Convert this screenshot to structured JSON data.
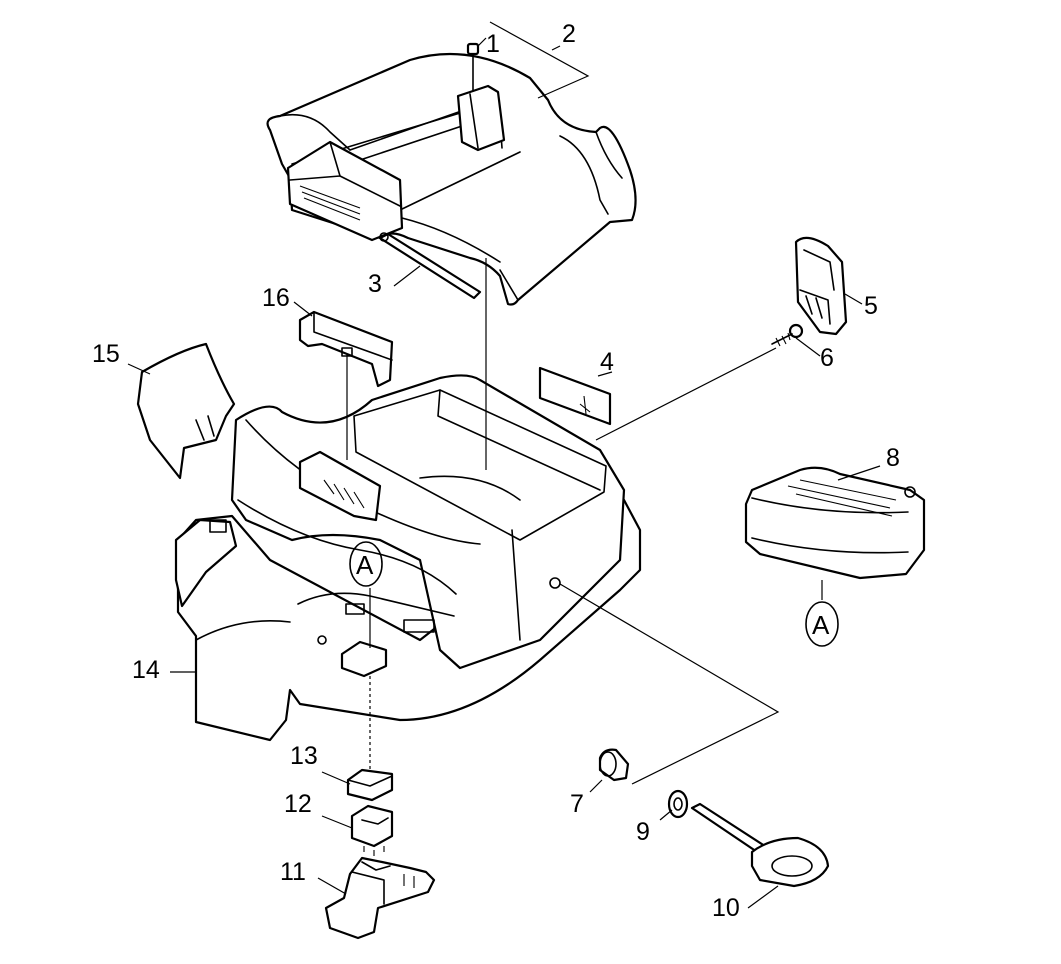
{
  "callouts": [
    {
      "id": "1",
      "label": "1"
    },
    {
      "id": "2",
      "label": "2"
    },
    {
      "id": "3",
      "label": "3"
    },
    {
      "id": "4",
      "label": "4"
    },
    {
      "id": "5",
      "label": "5"
    },
    {
      "id": "6",
      "label": "6"
    },
    {
      "id": "7",
      "label": "7"
    },
    {
      "id": "8",
      "label": "8"
    },
    {
      "id": "9",
      "label": "9"
    },
    {
      "id": "10",
      "label": "10"
    },
    {
      "id": "11",
      "label": "11"
    },
    {
      "id": "12",
      "label": "12"
    },
    {
      "id": "13",
      "label": "13"
    },
    {
      "id": "14",
      "label": "14"
    },
    {
      "id": "15",
      "label": "15"
    },
    {
      "id": "16",
      "label": "16"
    }
  ],
  "references": {
    "a_main": "A",
    "a_cover": "A"
  }
}
